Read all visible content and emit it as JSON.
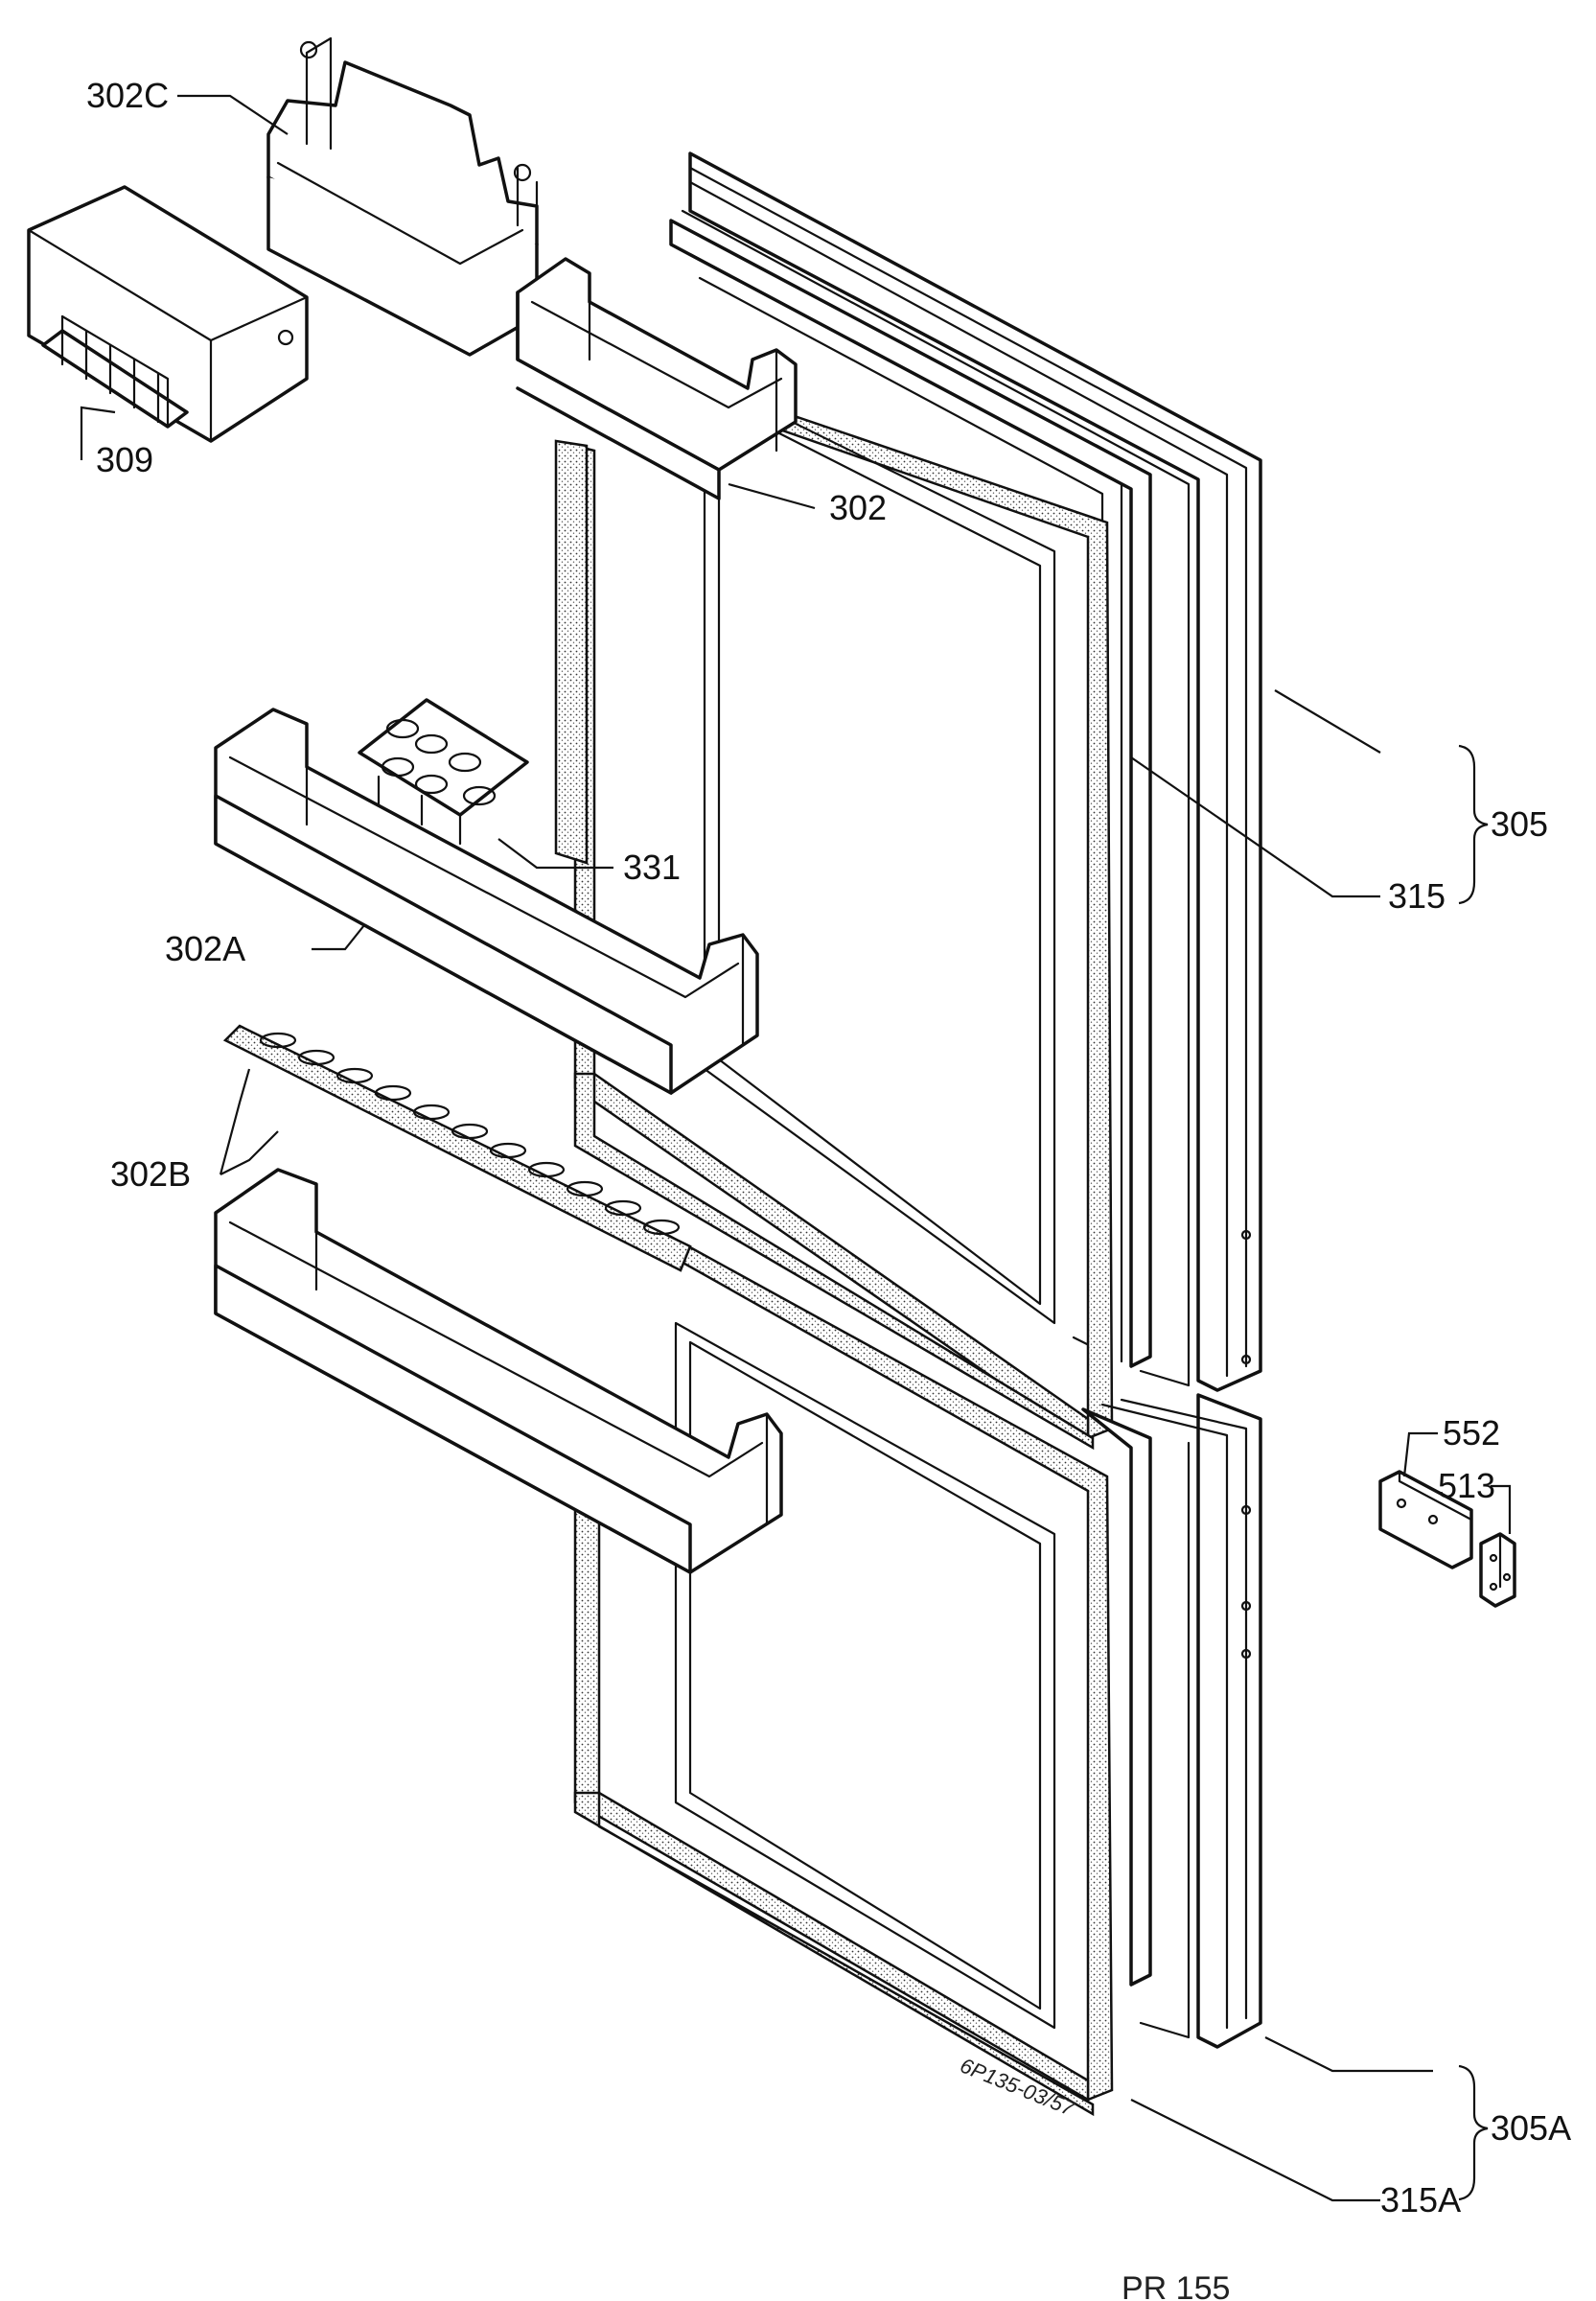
{
  "diagram": {
    "labels": {
      "l302c": "302C",
      "l309": "309",
      "l302": "302",
      "l331": "331",
      "l302a": "302A",
      "l302b": "302B",
      "l315": "315",
      "l305": "305",
      "l552": "552",
      "l513": "513",
      "l315a": "315A",
      "l305a": "305A"
    },
    "drawing_code": "6P135-03/57",
    "footer_code": "PR 155",
    "colors": {
      "ink": "#111111",
      "paper": "#ffffff"
    }
  }
}
